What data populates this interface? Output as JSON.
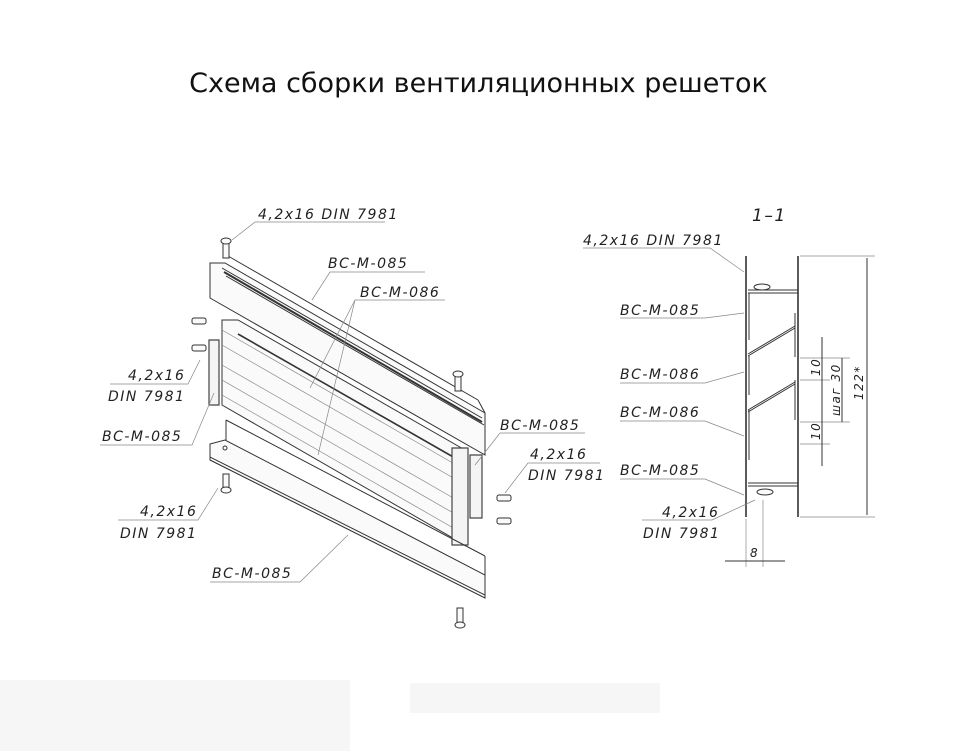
{
  "title": "Схема сборки вентиляционных решеток",
  "isometric": {
    "labels": {
      "top_screw": "4,2x16 DIN 7981",
      "top_rail": "ВС-М-085",
      "louver": "ВС-М-086",
      "left_screw_a": "4,2x16",
      "left_screw_b": "DIN 7981",
      "left_side": "ВС-М-085",
      "right_side": "ВС-М-085",
      "right_screw_a": "4,2x16",
      "right_screw_b": "DIN 7981",
      "bottom_screw_a": "4,2x16",
      "bottom_screw_b": "DIN 7981",
      "bottom_rail": "ВС-М-085"
    }
  },
  "section": {
    "title": "1–1",
    "labels": {
      "top_screw": "4,2x16 DIN 7981",
      "top_rail": "ВС-М-085",
      "louver_1": "ВС-М-086",
      "louver_2": "ВС-М-086",
      "bottom_rail": "ВС-М-085",
      "bottom_screw_a": "4,2x16",
      "bottom_screw_b": "DIN 7981"
    },
    "dimensions": {
      "gap_top": "10",
      "gap_bottom": "10",
      "pitch": "шаг 30",
      "height": "122*",
      "width": "8"
    }
  }
}
